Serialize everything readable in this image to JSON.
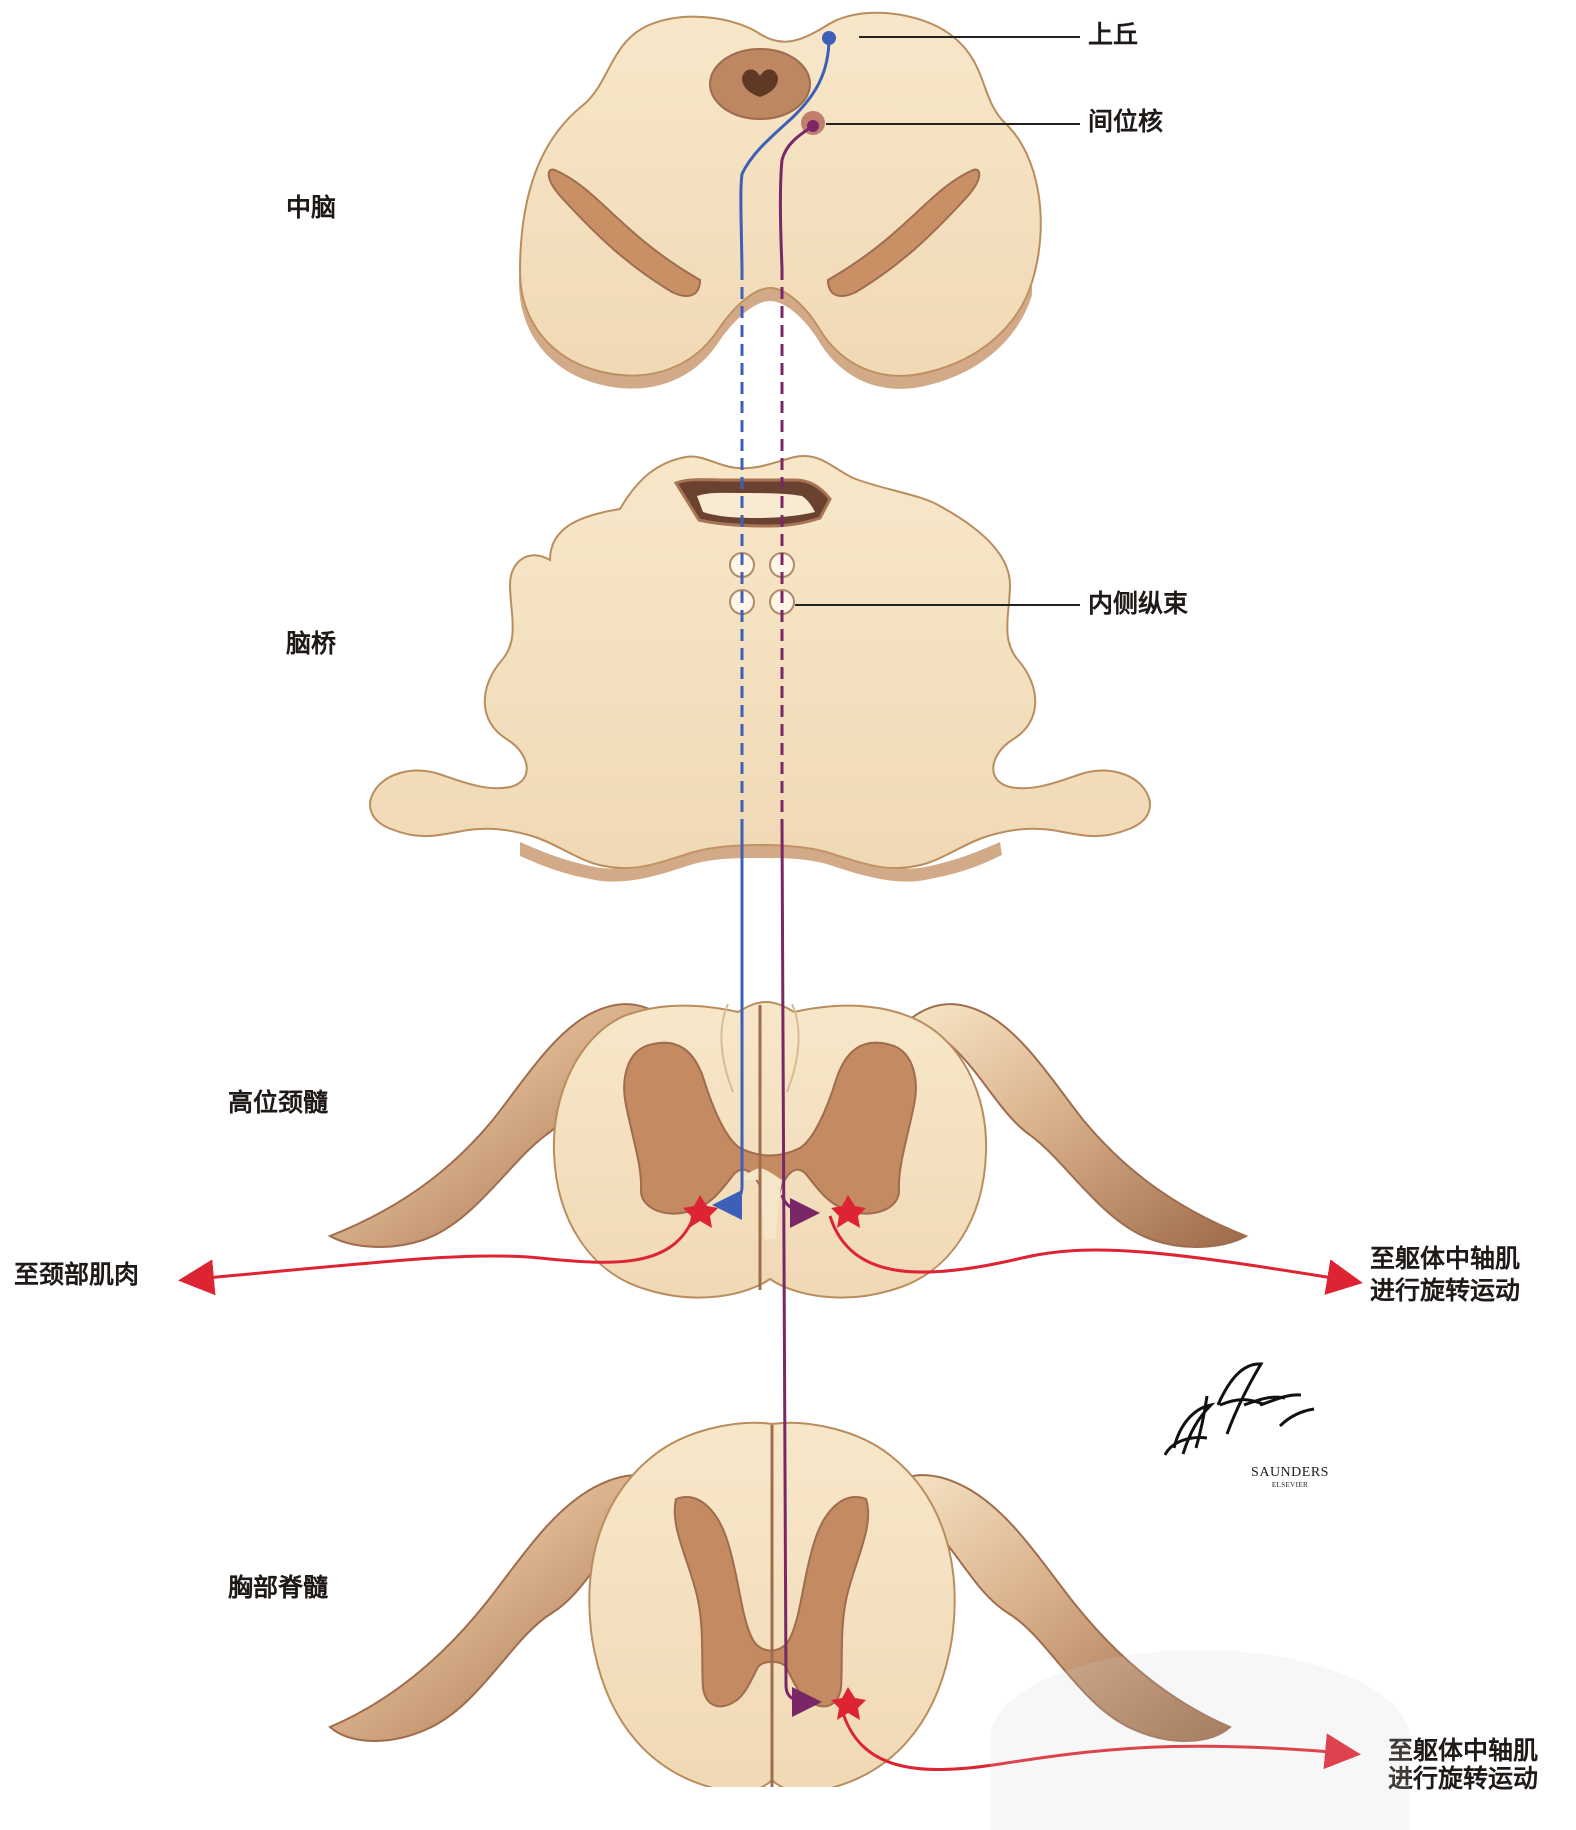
{
  "levels": {
    "midbrain": "中脑",
    "pons": "脑桥",
    "upper_cervical": "高位颈髓",
    "thoracic": "胸部脊髓"
  },
  "annotations": {
    "superior_colliculus": "上丘",
    "interstitial_nucleus": "间位核",
    "mlf": "内侧纵束"
  },
  "outputs": {
    "neck": "至颈部肌肉",
    "axial_1_line1": "至躯体中轴肌",
    "axial_1_line2": "进行旋转运动",
    "axial_2_line1": "至躯体中轴肌",
    "axial_2_line2": "进行旋转运动"
  },
  "signature": {
    "name": "F. Netter M.D.",
    "publisher": "SAUNDERS",
    "imprint": "ELSEVIER"
  },
  "colors": {
    "section": "#f3dfbc",
    "section_edge": "#b98d5d",
    "gray_matter": "#c79268",
    "blue_pathway": "#3d5fb7",
    "purple_pathway": "#7a2768",
    "red_output": "#de2432"
  }
}
